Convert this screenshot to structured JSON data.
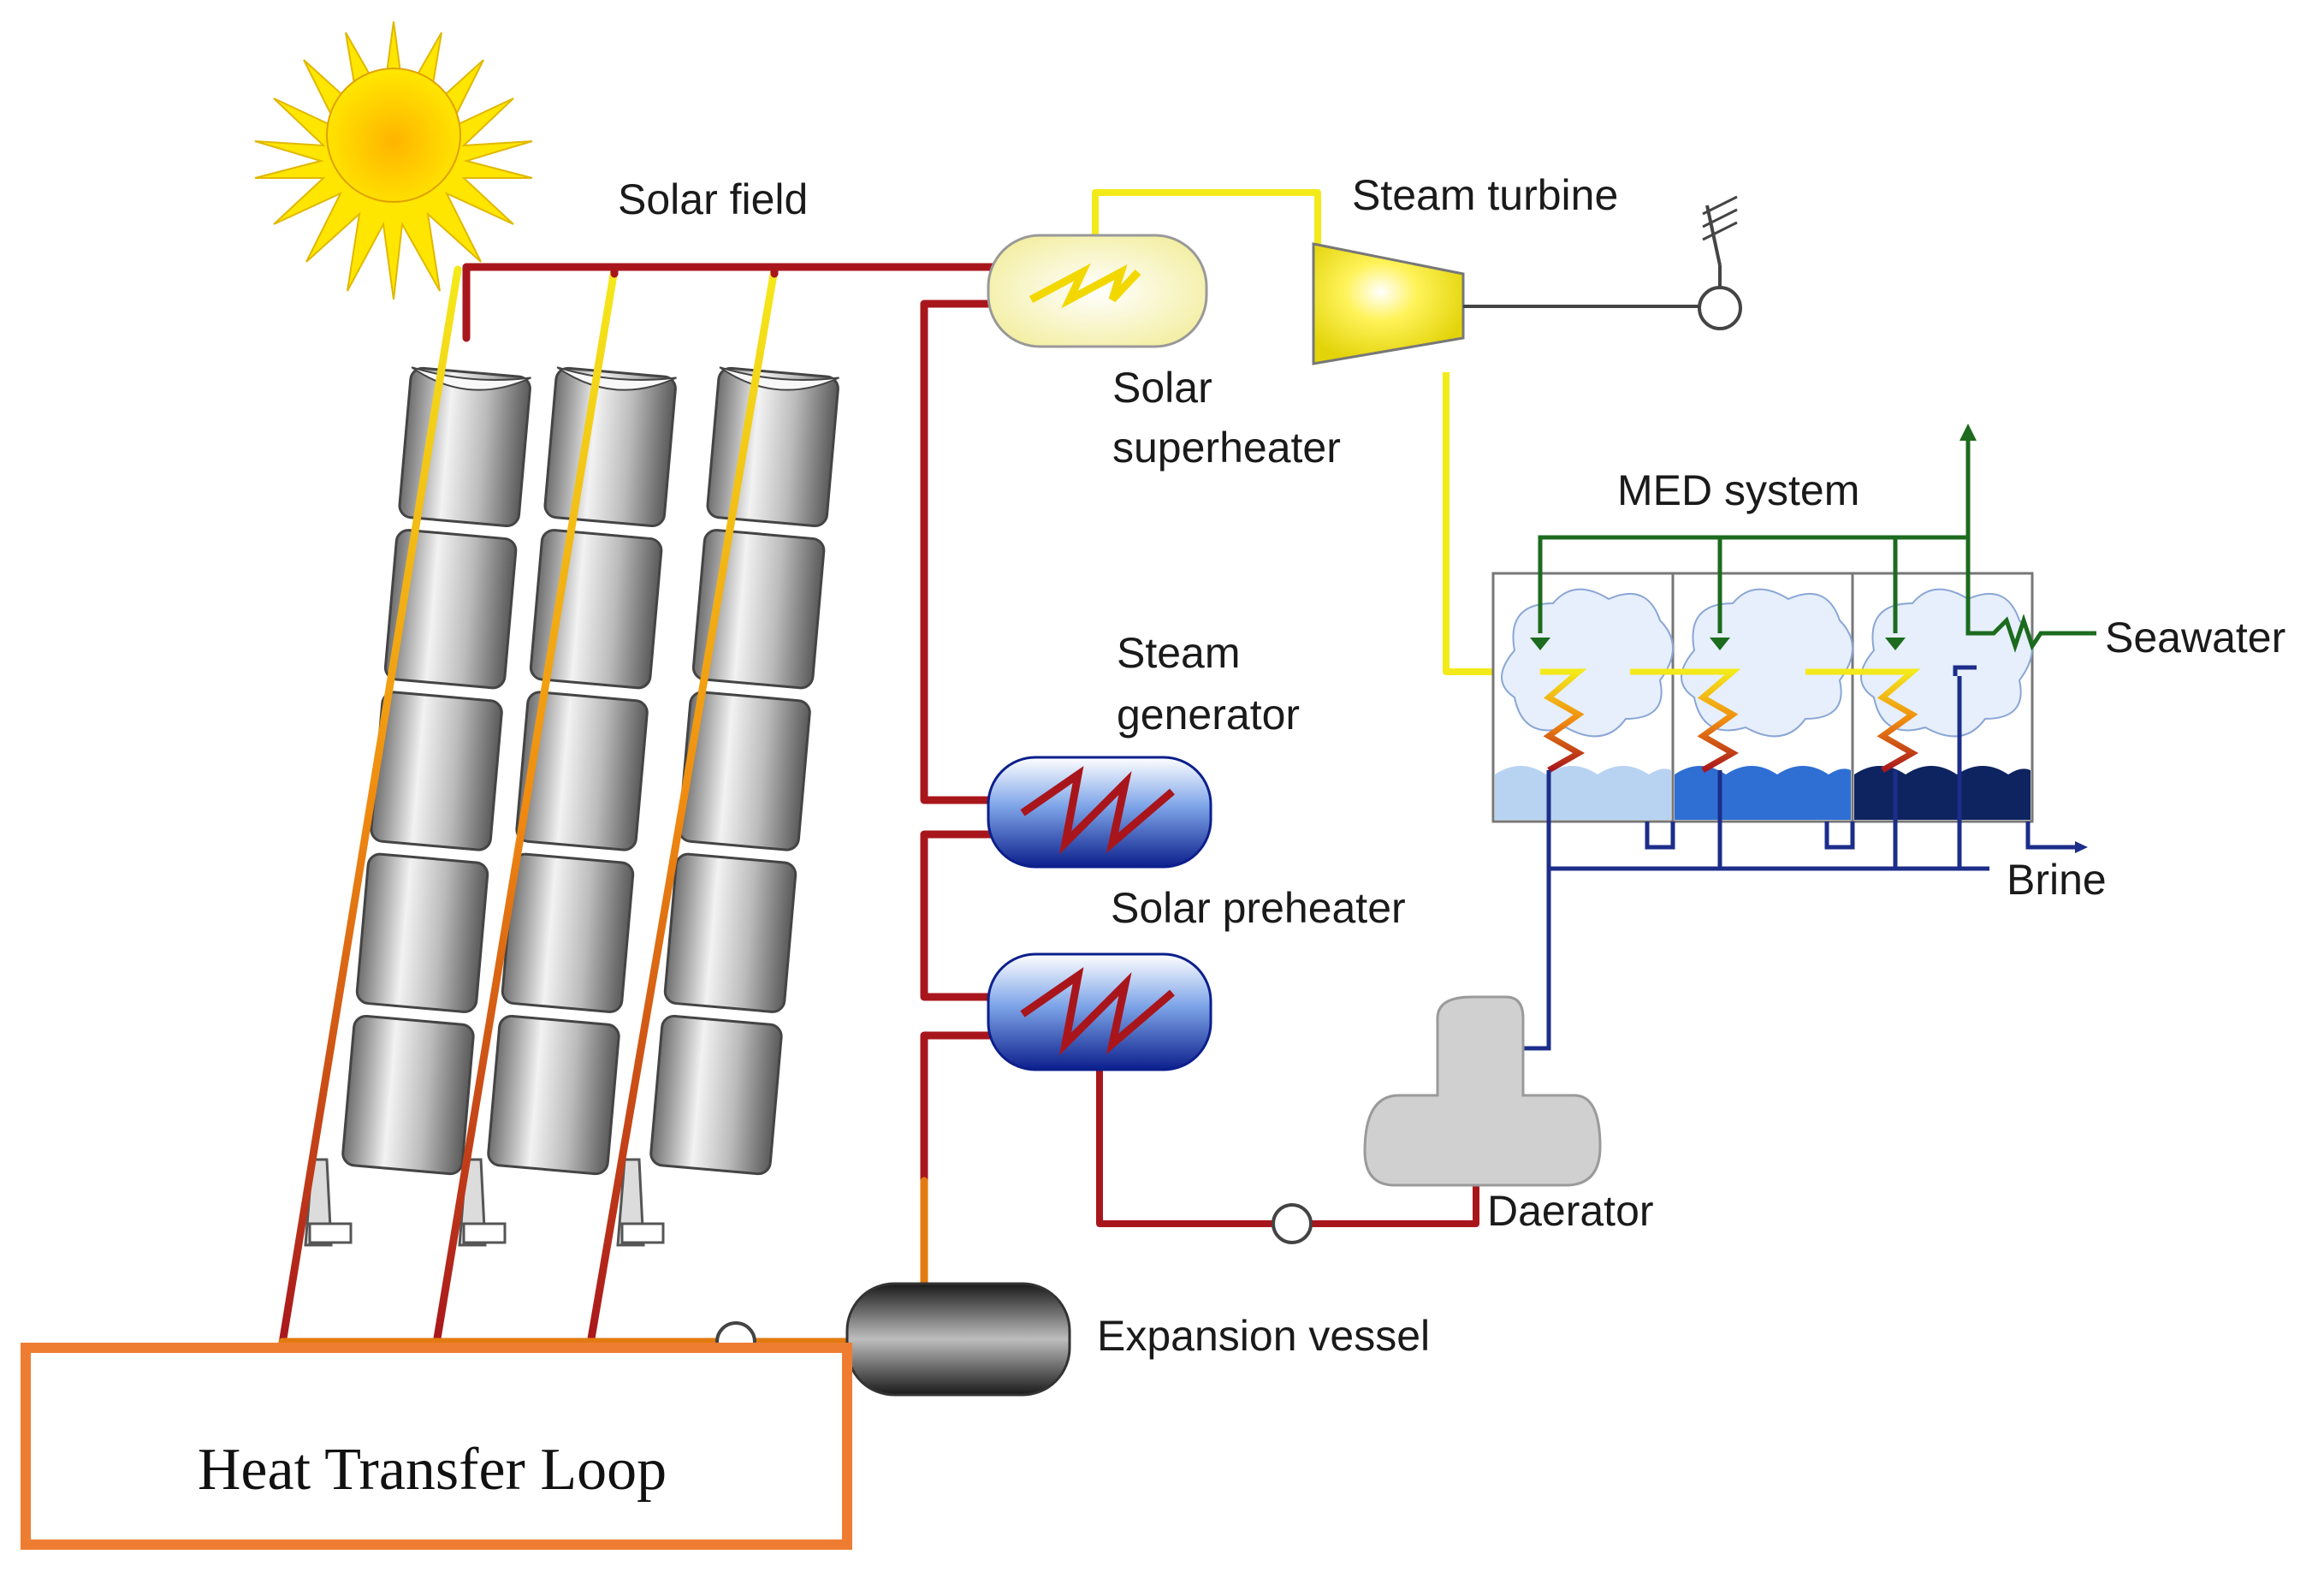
{
  "labels": {
    "solar_field": "Solar field",
    "steam_turbine": "Steam turbine",
    "solar_superheater_1": "Solar",
    "solar_superheater_2": "superheater",
    "steam_generator_1": "Steam",
    "steam_generator_2": "generator",
    "solar_preheater": "Solar preheater",
    "med_system": "MED system",
    "seawater": "Seawater",
    "brine": "Brine",
    "daerator": "Daerator",
    "expansion_vessel": "Expansion vessel",
    "heat_transfer_loop": "Heat Transfer Loop"
  },
  "colors": {
    "htf_hot": "#a8161c",
    "htf_warm": "#e27a10",
    "steam": "#f3ea1a",
    "feedwater": "#1c2d8a",
    "seawater_line": "#1c6b1e",
    "highlight_box": "#ee7d31",
    "collector": "#9a9a9a"
  },
  "icons": [
    "sun-icon",
    "generator-icon",
    "pump-icon"
  ]
}
